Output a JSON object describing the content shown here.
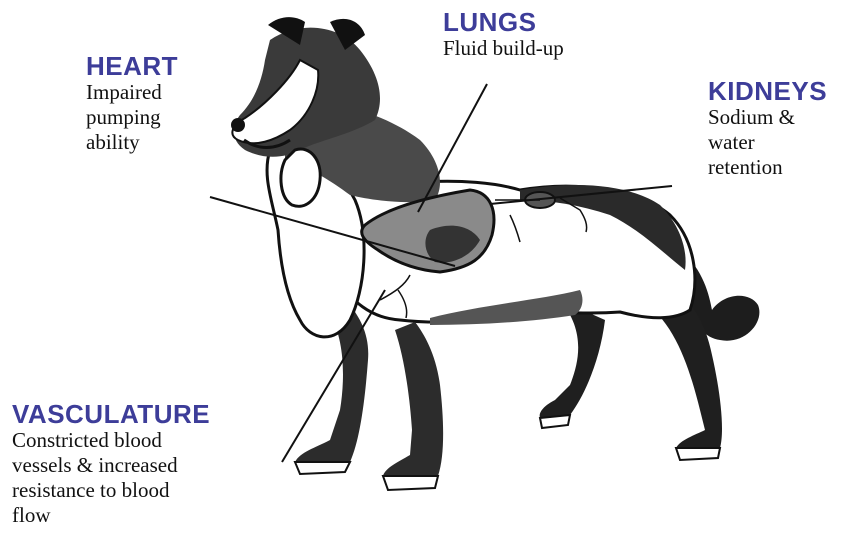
{
  "labels": {
    "heart": {
      "title": "HEART",
      "lines": [
        "Impaired",
        "pumping",
        "ability"
      ]
    },
    "lungs": {
      "title": "LUNGS",
      "lines": [
        "Fluid build-up"
      ]
    },
    "kidneys": {
      "title": "KIDNEYS",
      "lines": [
        "Sodium &",
        "water",
        "retention"
      ]
    },
    "vasculature": {
      "title": "VASCULATURE",
      "lines": [
        "Constricted blood",
        "vessels & increased",
        "resistance to blood",
        "flow"
      ]
    }
  },
  "colors": {
    "heading": "#3d3d99",
    "organ_gray": "#8a8a8a",
    "fur_dark": "#2b2b2b"
  }
}
